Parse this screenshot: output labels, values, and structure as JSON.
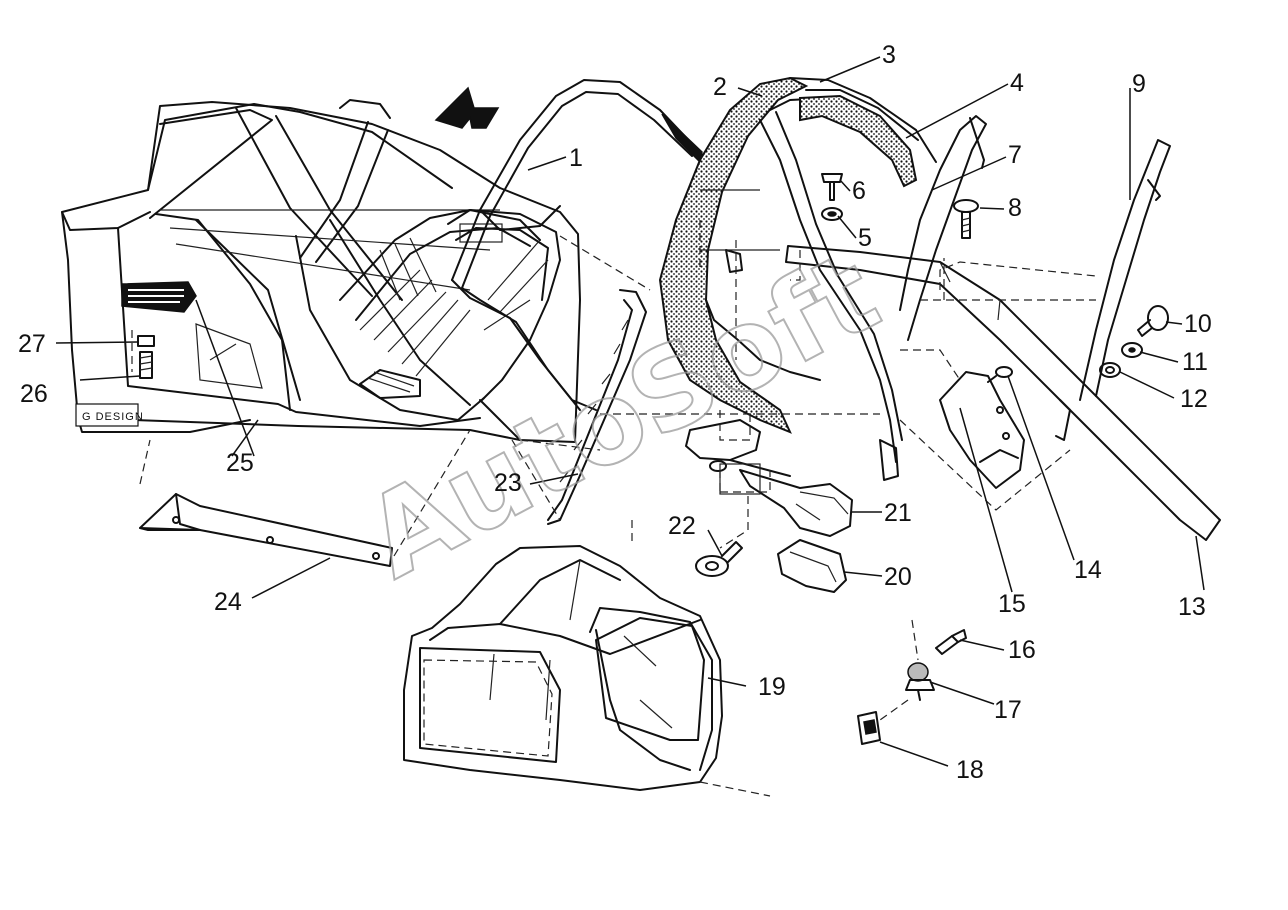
{
  "diagram": {
    "callouts": [
      "1",
      "2",
      "3",
      "4",
      "5",
      "6",
      "7",
      "8",
      "9",
      "10",
      "11",
      "12",
      "13",
      "14",
      "15",
      "16",
      "17",
      "18",
      "19",
      "20",
      "21",
      "22",
      "23",
      "24",
      "25",
      "26",
      "27"
    ],
    "stamp_text": "G DESIGN",
    "watermark_text": "AutoSoft"
  }
}
